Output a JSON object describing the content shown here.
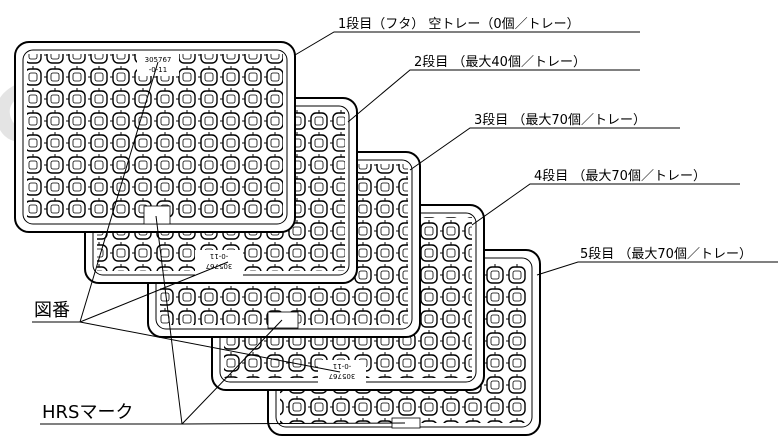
{
  "trays": [
    {
      "label": "1段目（フタ） 空トレー（0個／トレー）"
    },
    {
      "label": "2段目 （最大40個／トレー）"
    },
    {
      "label": "3段目 （最大70個／トレー）"
    },
    {
      "label": "4段目 （最大70個／トレー）"
    },
    {
      "label": "5段目 （最大70個／トレー）"
    }
  ],
  "callouts": {
    "drawing_number": "図番",
    "hrs_mark": "HRSマーク"
  },
  "part_number": {
    "line1": "305767",
    "line2": "-0-11"
  },
  "watermark": "S"
}
